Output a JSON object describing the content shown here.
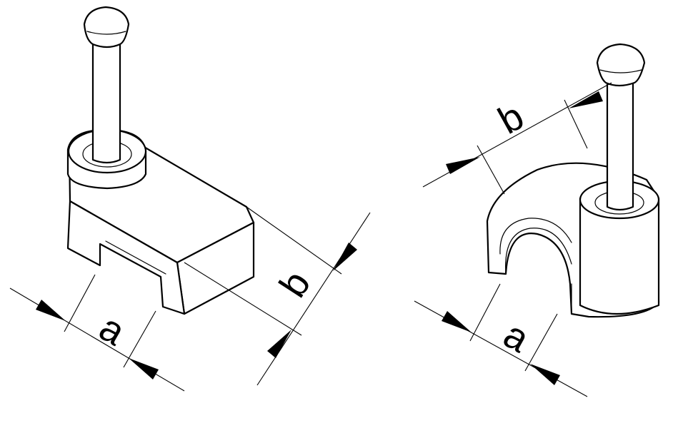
{
  "diagram": {
    "colors": {
      "line": "#000000",
      "background": "#ffffff"
    },
    "left_clip": {
      "dimension_a": "a",
      "dimension_b": "b"
    },
    "right_clip": {
      "dimension_a": "a",
      "dimension_b": "b"
    }
  }
}
